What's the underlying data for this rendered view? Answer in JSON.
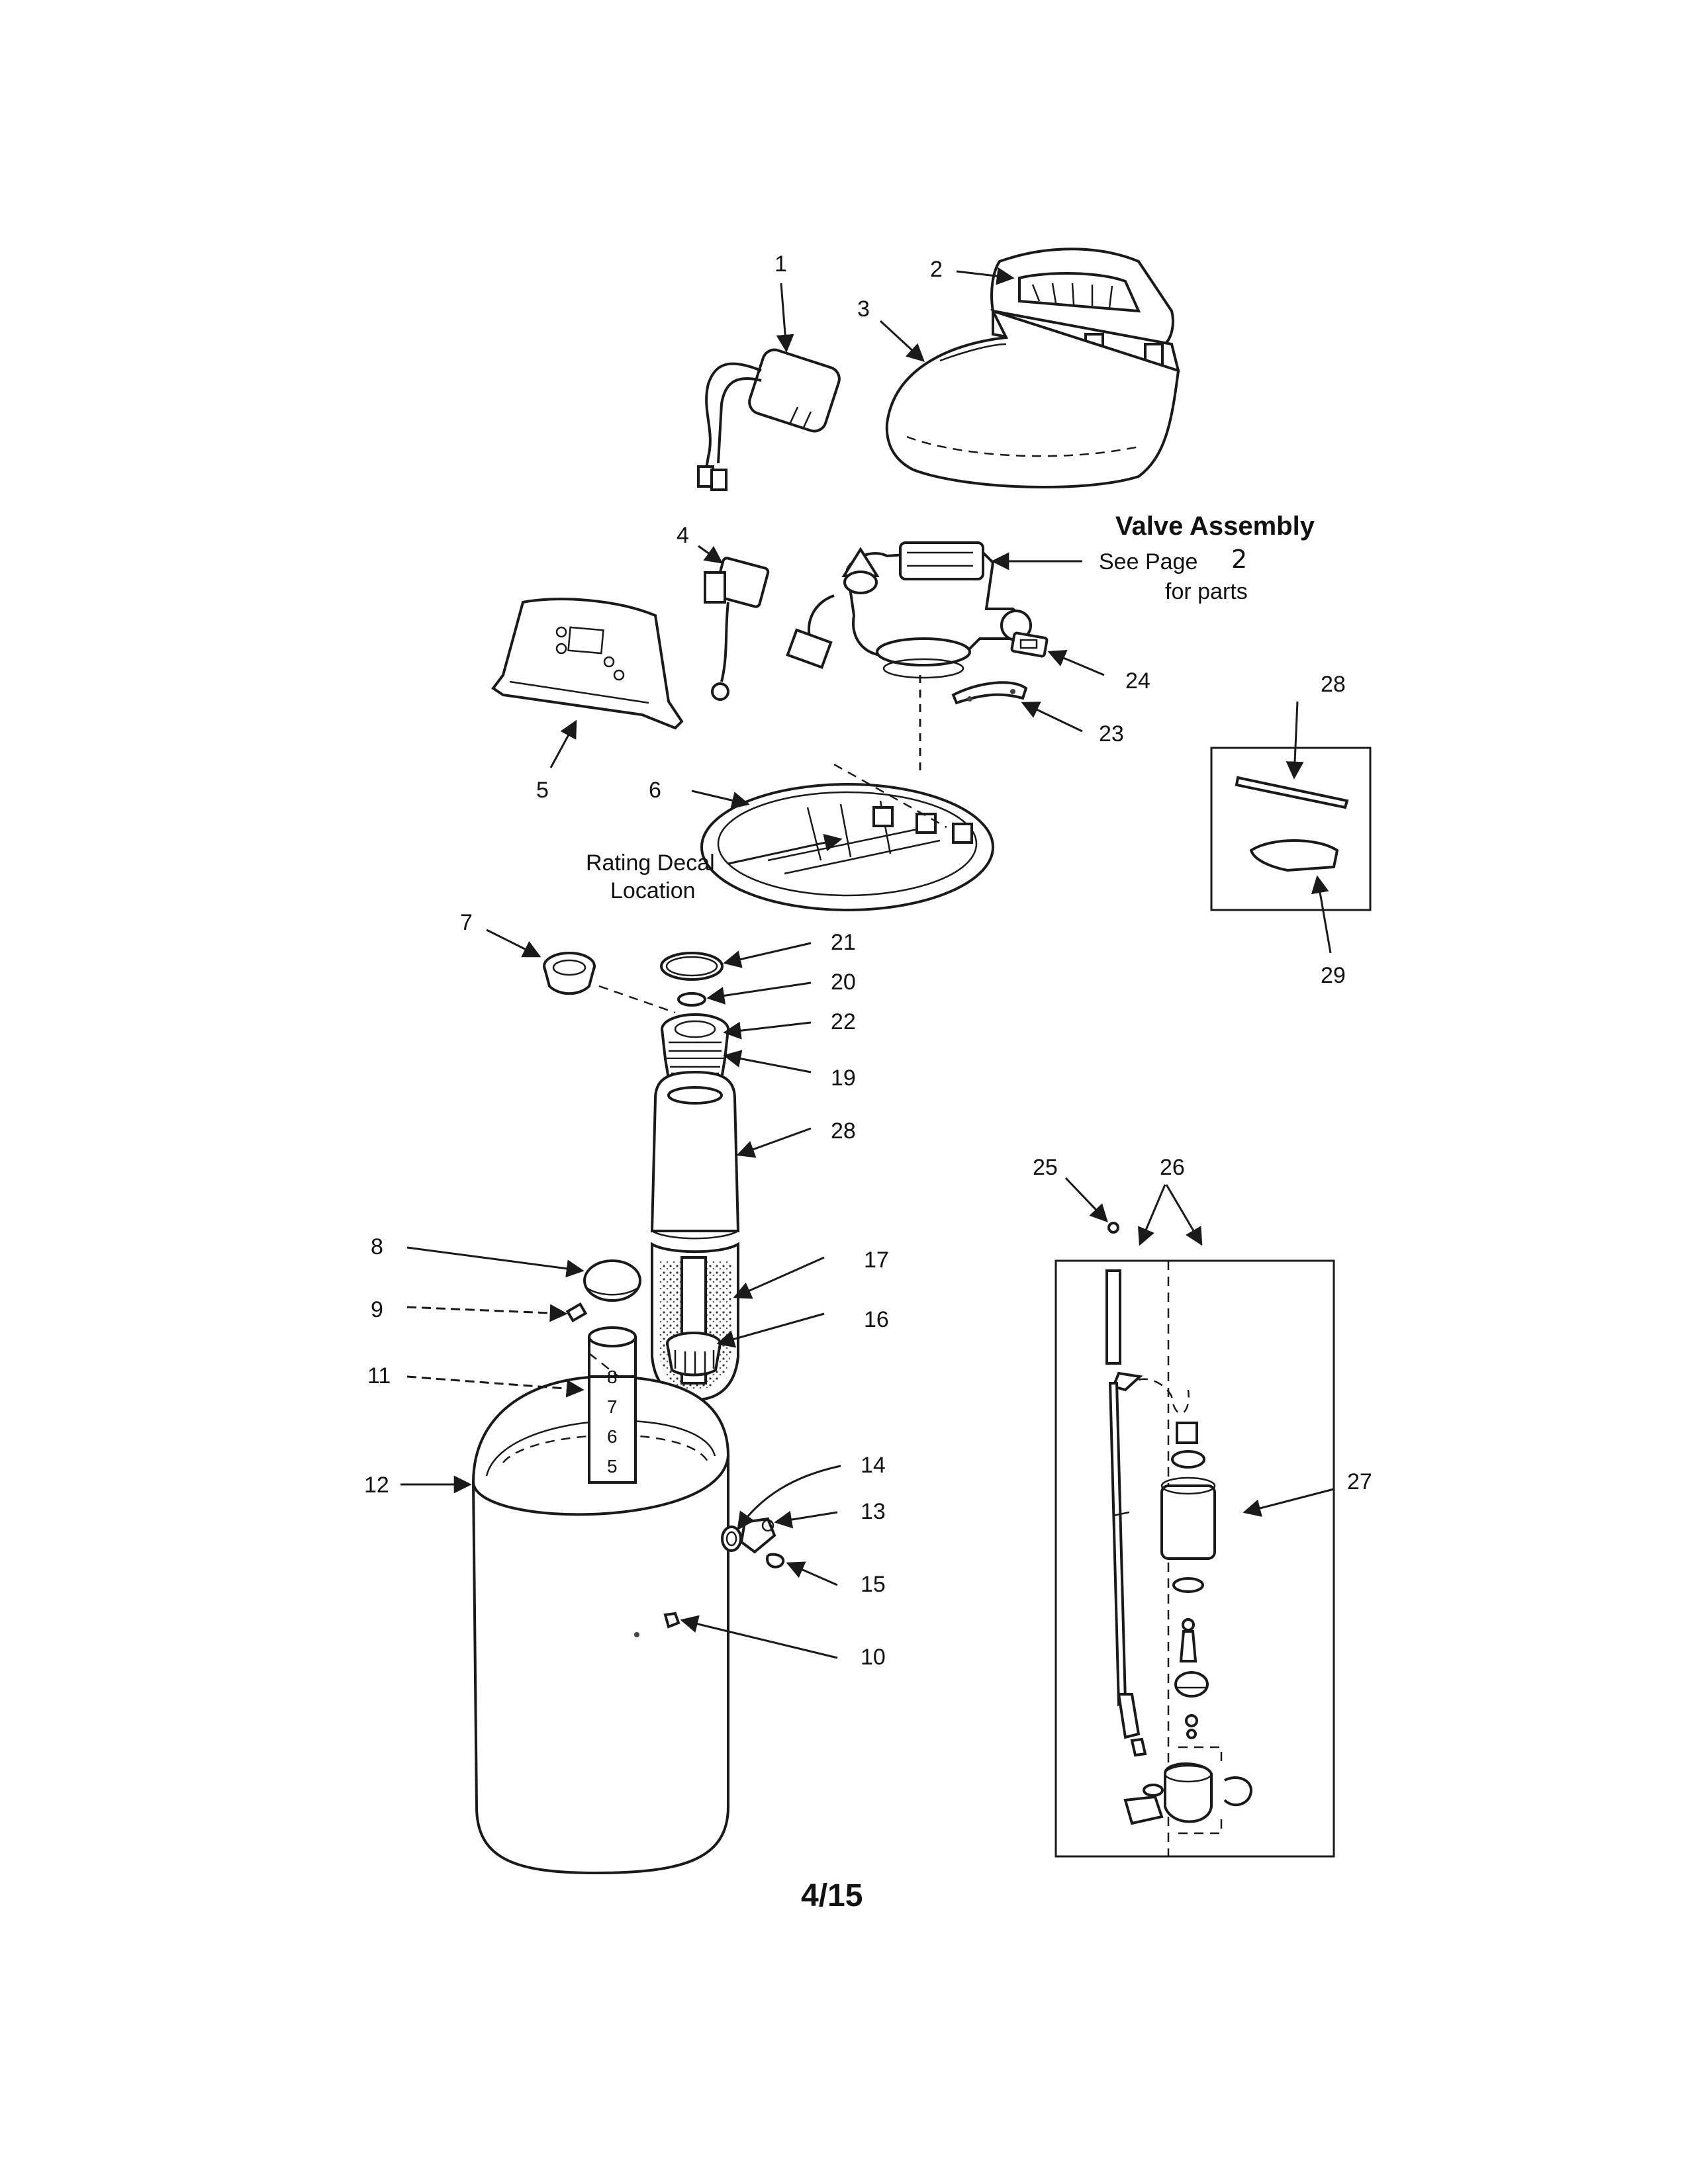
{
  "title": "",
  "part_labels": [
    {
      "num": "1"
    },
    {
      "num": "2"
    },
    {
      "num": "3"
    },
    {
      "num": "4"
    },
    {
      "num": "5"
    },
    {
      "num": "6"
    },
    {
      "num": "7"
    },
    {
      "num": "8"
    },
    {
      "num": "9"
    },
    {
      "num": "11"
    },
    {
      "num": "12"
    },
    {
      "num": "14"
    },
    {
      "num": "13"
    },
    {
      "num": "15"
    },
    {
      "num": "10"
    },
    {
      "num": "21"
    },
    {
      "num": "20"
    },
    {
      "num": "22"
    },
    {
      "num": "19"
    },
    {
      "num": "28"
    },
    {
      "num": "17"
    },
    {
      "num": "16"
    },
    {
      "num": "24"
    },
    {
      "num": "23"
    },
    {
      "num": "28"
    },
    {
      "num": "29"
    },
    {
      "num": "25"
    },
    {
      "num": "26"
    },
    {
      "num": "27"
    }
  ],
  "valve_note": {
    "heading": "Valve Assembly",
    "line1": "See Page",
    "page_ref": "2",
    "line2": "for parts"
  },
  "rating_decal": {
    "line1": "Rating Decal",
    "line2": "Location"
  },
  "tube_marks": [
    "8",
    "7",
    "6",
    "5"
  ],
  "page_number": "4/15"
}
